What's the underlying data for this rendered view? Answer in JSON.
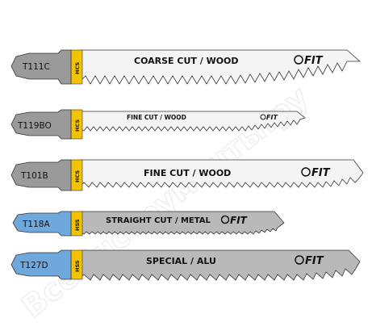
{
  "blades": [
    {
      "code": "T111C",
      "material": "HCS",
      "label": "COARSE CUT / WOOD",
      "shank_color": "#9a9a9a",
      "tab_color": "#f2c400",
      "blade_color": "#f4f4f4",
      "logo": "FIT"
    },
    {
      "code": "T119BO",
      "material": "HCS",
      "label": "FINE CUT / WOOD",
      "shank_color": "#9a9a9a",
      "tab_color": "#f2c400",
      "blade_color": "#f4f4f4",
      "logo": "FIT"
    },
    {
      "code": "T101B",
      "material": "HCS",
      "label": "FINE CUT / WOOD",
      "shank_color": "#9a9a9a",
      "tab_color": "#f2c400",
      "blade_color": "#f4f4f4",
      "logo": "FIT"
    },
    {
      "code": "T118A",
      "material": "HSS",
      "label": "STRAIGHT CUT / METAL",
      "shank_color": "#6fa8dc",
      "tab_color": "#f2c400",
      "blade_color": "#b9b9b9",
      "logo": "FIT"
    },
    {
      "code": "T127D",
      "material": "HSS",
      "label": "SPECIAL / ALU",
      "shank_color": "#6fa8dc",
      "tab_color": "#f2c400",
      "blade_color": "#b9b9b9",
      "logo": "FIT"
    }
  ],
  "watermark": "ВсеИнструменты.ру"
}
